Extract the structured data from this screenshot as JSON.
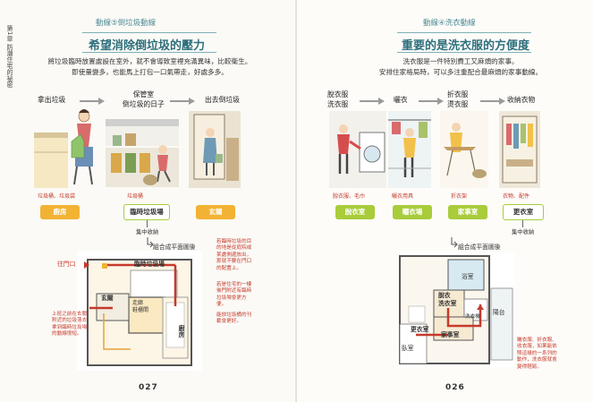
{
  "left_page": {
    "side_tab": "第1章 防潮住宅的祕密",
    "section": "動線⑤倒垃圾動線",
    "headline": "希望消除倒垃圾的壓力",
    "intro": [
      "將垃圾臨時放置處設在室外，就不會導致室裡充滿異味，比較衛生。",
      "即使量變多，也能馬上打包一口氣帶走，好處多多。"
    ],
    "steps": [
      "拿出垃圾",
      "保管室\n倒垃圾的日子",
      "出去倒垃圾"
    ],
    "captions": [
      "垃圾桶、垃圾袋",
      "垃圾桶"
    ],
    "rooms": [
      "廚房",
      "臨時垃圾場",
      "玄關"
    ],
    "concentrate": "集中收納",
    "plan_title": "組合成平面圖後",
    "plan_labels": {
      "yard": "臨時垃圾場",
      "backdoor": "往門口",
      "entry": "玄關",
      "hall": "走廊\n鞋櫃間",
      "kitchen": "廚房"
    },
    "notes": [
      "若臨時垃圾的目的地是從庭院或某處側邊放出，那就不要在門口的配置上。",
      "若是住宅的一樓後門附近有臨時垃圾場會更方便。",
      "能放垃圾桶的刊載會更好。",
      "上班之前在玄關附近的垃圾落去拿到臨時垃圾場的動線很短。"
    ],
    "page_number": "027"
  },
  "right_page": {
    "section": "動線④洗衣動線",
    "headline": "重要的是洗衣服的方便度",
    "intro": [
      "洗衣服是一件特別費工又麻煩的家事。",
      "安排住家格局時，可以多注重配合最麻煩的家事動線。"
    ],
    "steps": [
      "脫衣服\n洗衣服",
      "曬衣",
      "折衣服\n燙衣服",
      "收納衣物"
    ],
    "captions": [
      "脫衣服、毛巾",
      "曬衣用具",
      "折衣架",
      "衣物、配件"
    ],
    "rooms": [
      "脫衣室",
      "曬衣場",
      "家事室",
      "更衣室"
    ],
    "concentrate": "集中收納",
    "plan_title": "組合成平面圖後",
    "plan_labels": {
      "bath": "浴室",
      "dress": "脫衣\n洗衣室",
      "chore": "家事室",
      "closet": "更衣室",
      "balcony": "陽台",
      "bedroom": "臥室",
      "laundry": "洗衣機"
    },
    "notes": [
      "曬衣服、折衣服、收衣服，如果能依照這樣的一系列的動作，洗衣服就會變得輕鬆。"
    ],
    "page_number": "026"
  },
  "colors": {
    "accent_teal": "#2d6f7c",
    "room_orange": "#f2b233",
    "room_green": "#a9cc3b",
    "note_red": "#c53a2c"
  }
}
